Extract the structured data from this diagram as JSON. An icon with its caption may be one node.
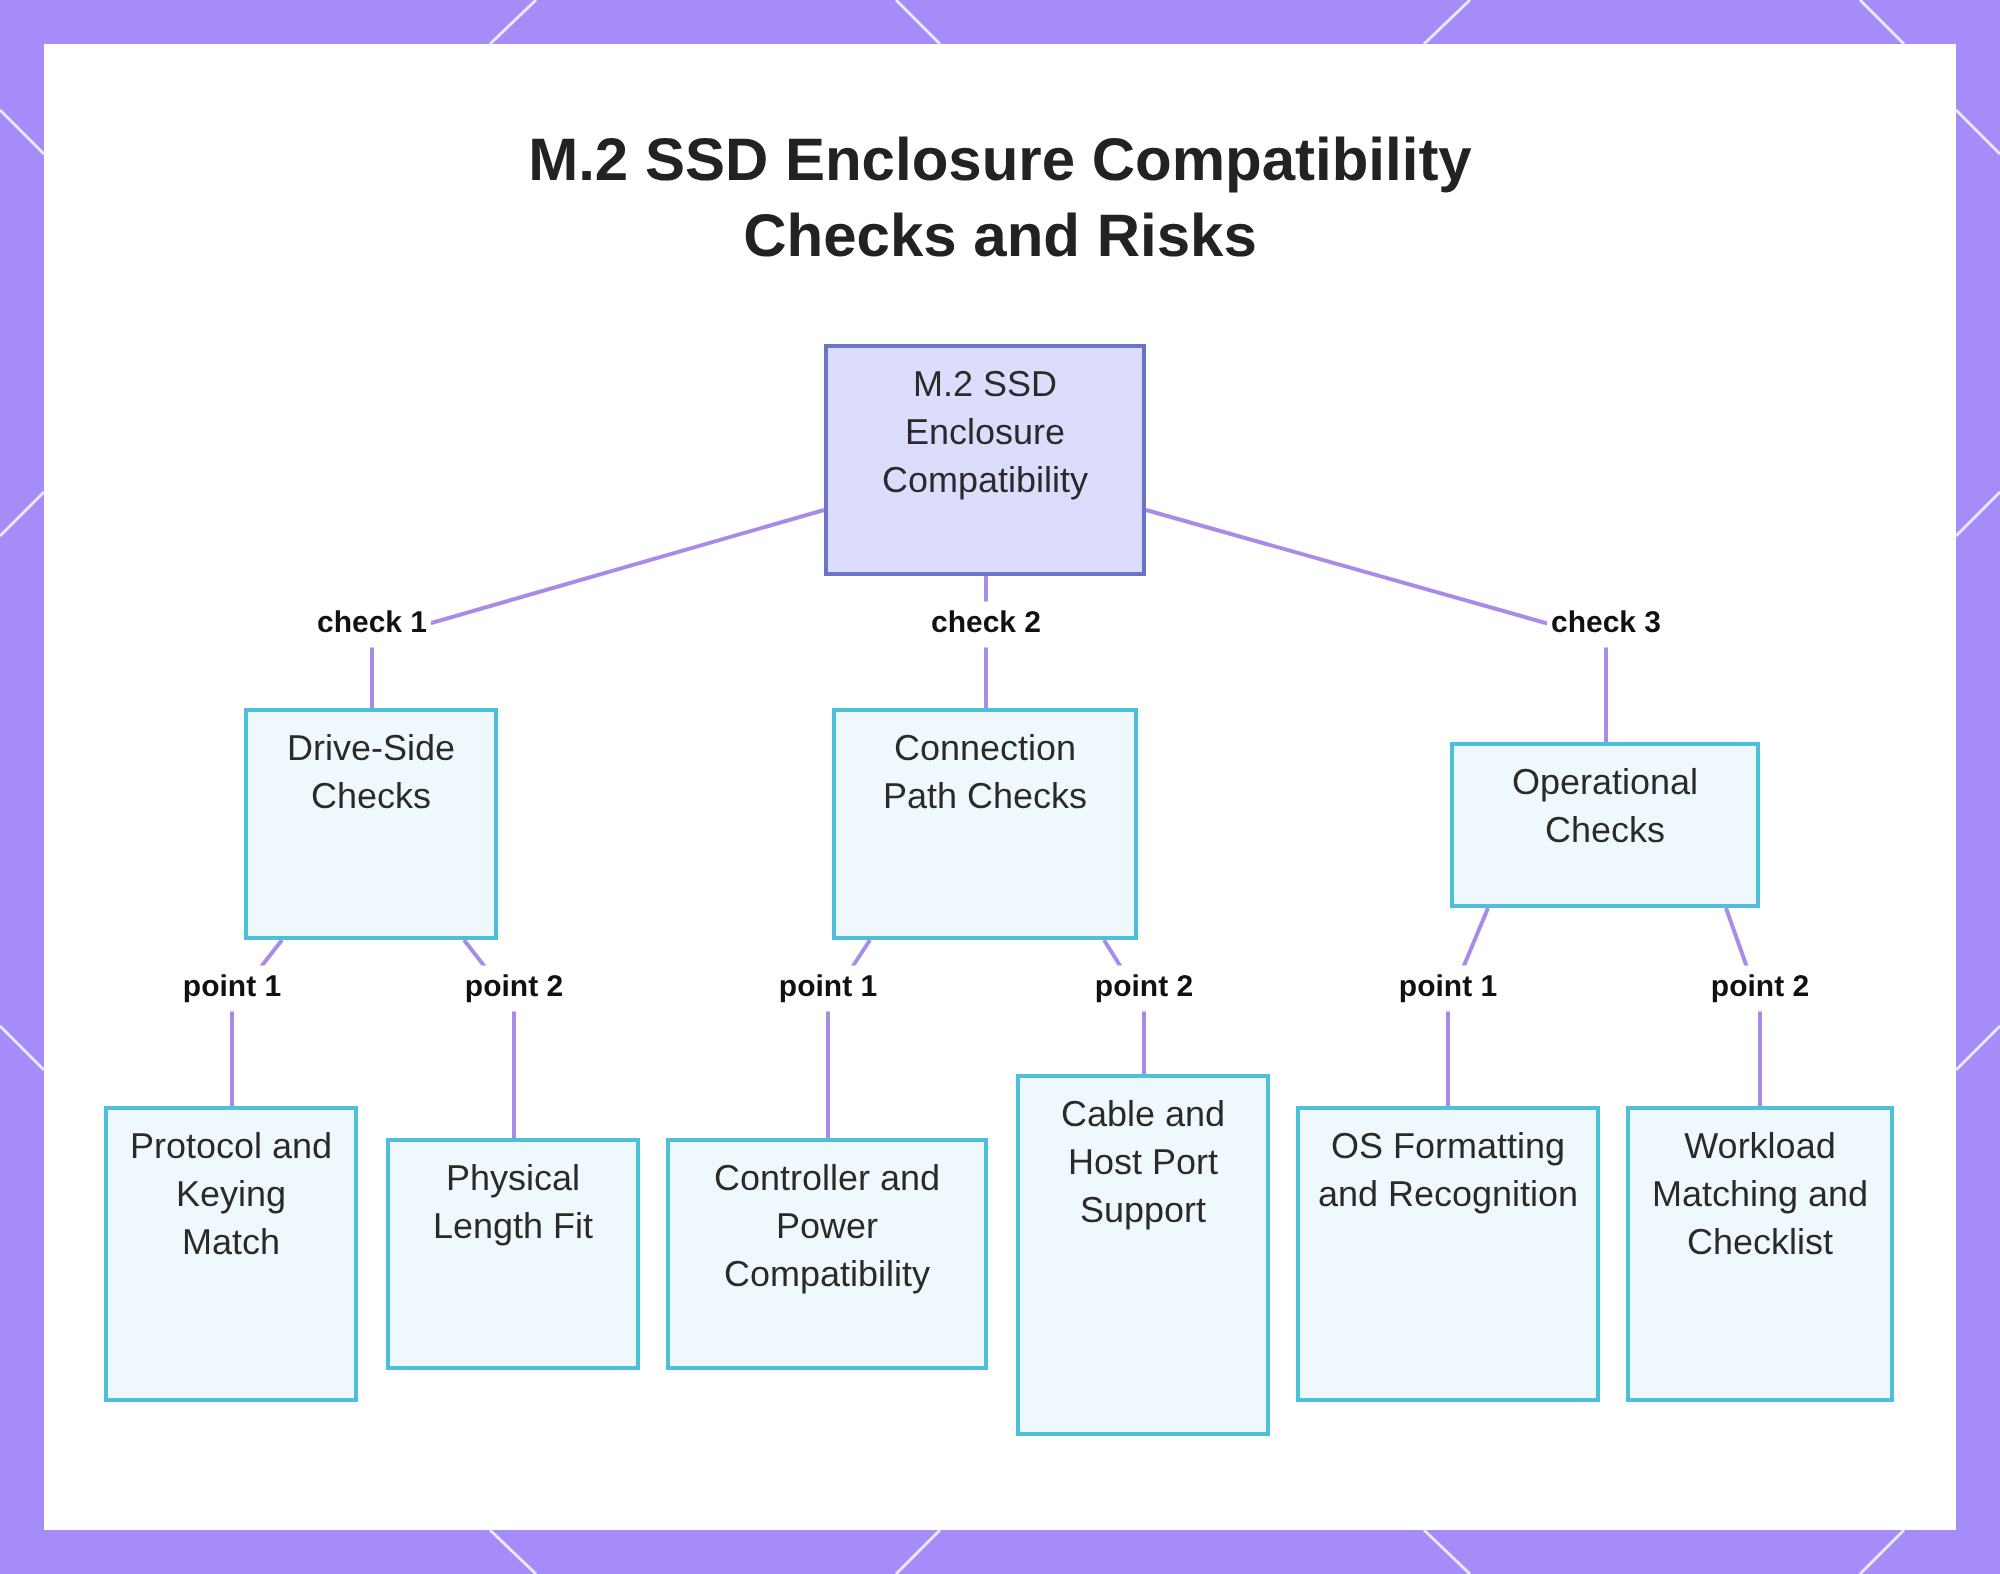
{
  "diagram": {
    "title": "M.2 SSD Enclosure Compatibility Checks and Risks",
    "nodes": [
      {
        "text": [
          "M.2 SSD Enclosure Compatibility"
        ]
      },
      {
        "text": [
          "Drive-Side Checks"
        ]
      },
      {
        "text": [
          "Connection Path Checks"
        ]
      },
      {
        "text": [
          "Operational Checks"
        ]
      },
      {
        "text": [
          "Protocol and Keying Match"
        ]
      },
      {
        "text": [
          "Physical Length Fit"
        ]
      },
      {
        "text": [
          "Controller and Power Compatibility"
        ]
      },
      {
        "text": [
          "Cable and Host Port Support"
        ]
      },
      {
        "text": [
          "OS Formatting and Recognition"
        ]
      },
      {
        "text": [
          "Workload Matching and Checklist"
        ]
      }
    ],
    "edges": [
      {
        "from": 0,
        "to": 1,
        "arrow": "none",
        "label": "check 1"
      },
      {
        "from": 0,
        "to": 2,
        "arrow": "none",
        "label": "check 2"
      },
      {
        "from": 0,
        "to": 3,
        "arrow": "none",
        "label": "check 3"
      },
      {
        "from": 1,
        "to": 4,
        "arrow": "none",
        "label": "point 1"
      },
      {
        "from": 1,
        "to": 5,
        "arrow": "none",
        "label": "point 2"
      },
      {
        "from": 2,
        "to": 6,
        "arrow": "none",
        "label": "point 1"
      },
      {
        "from": 2,
        "to": 7,
        "arrow": "none",
        "label": "point 2"
      },
      {
        "from": 3,
        "to": 8,
        "arrow": "none",
        "label": "point 1"
      },
      {
        "from": 3,
        "to": 9,
        "arrow": "none",
        "label": "point 2"
      }
    ]
  }
}
